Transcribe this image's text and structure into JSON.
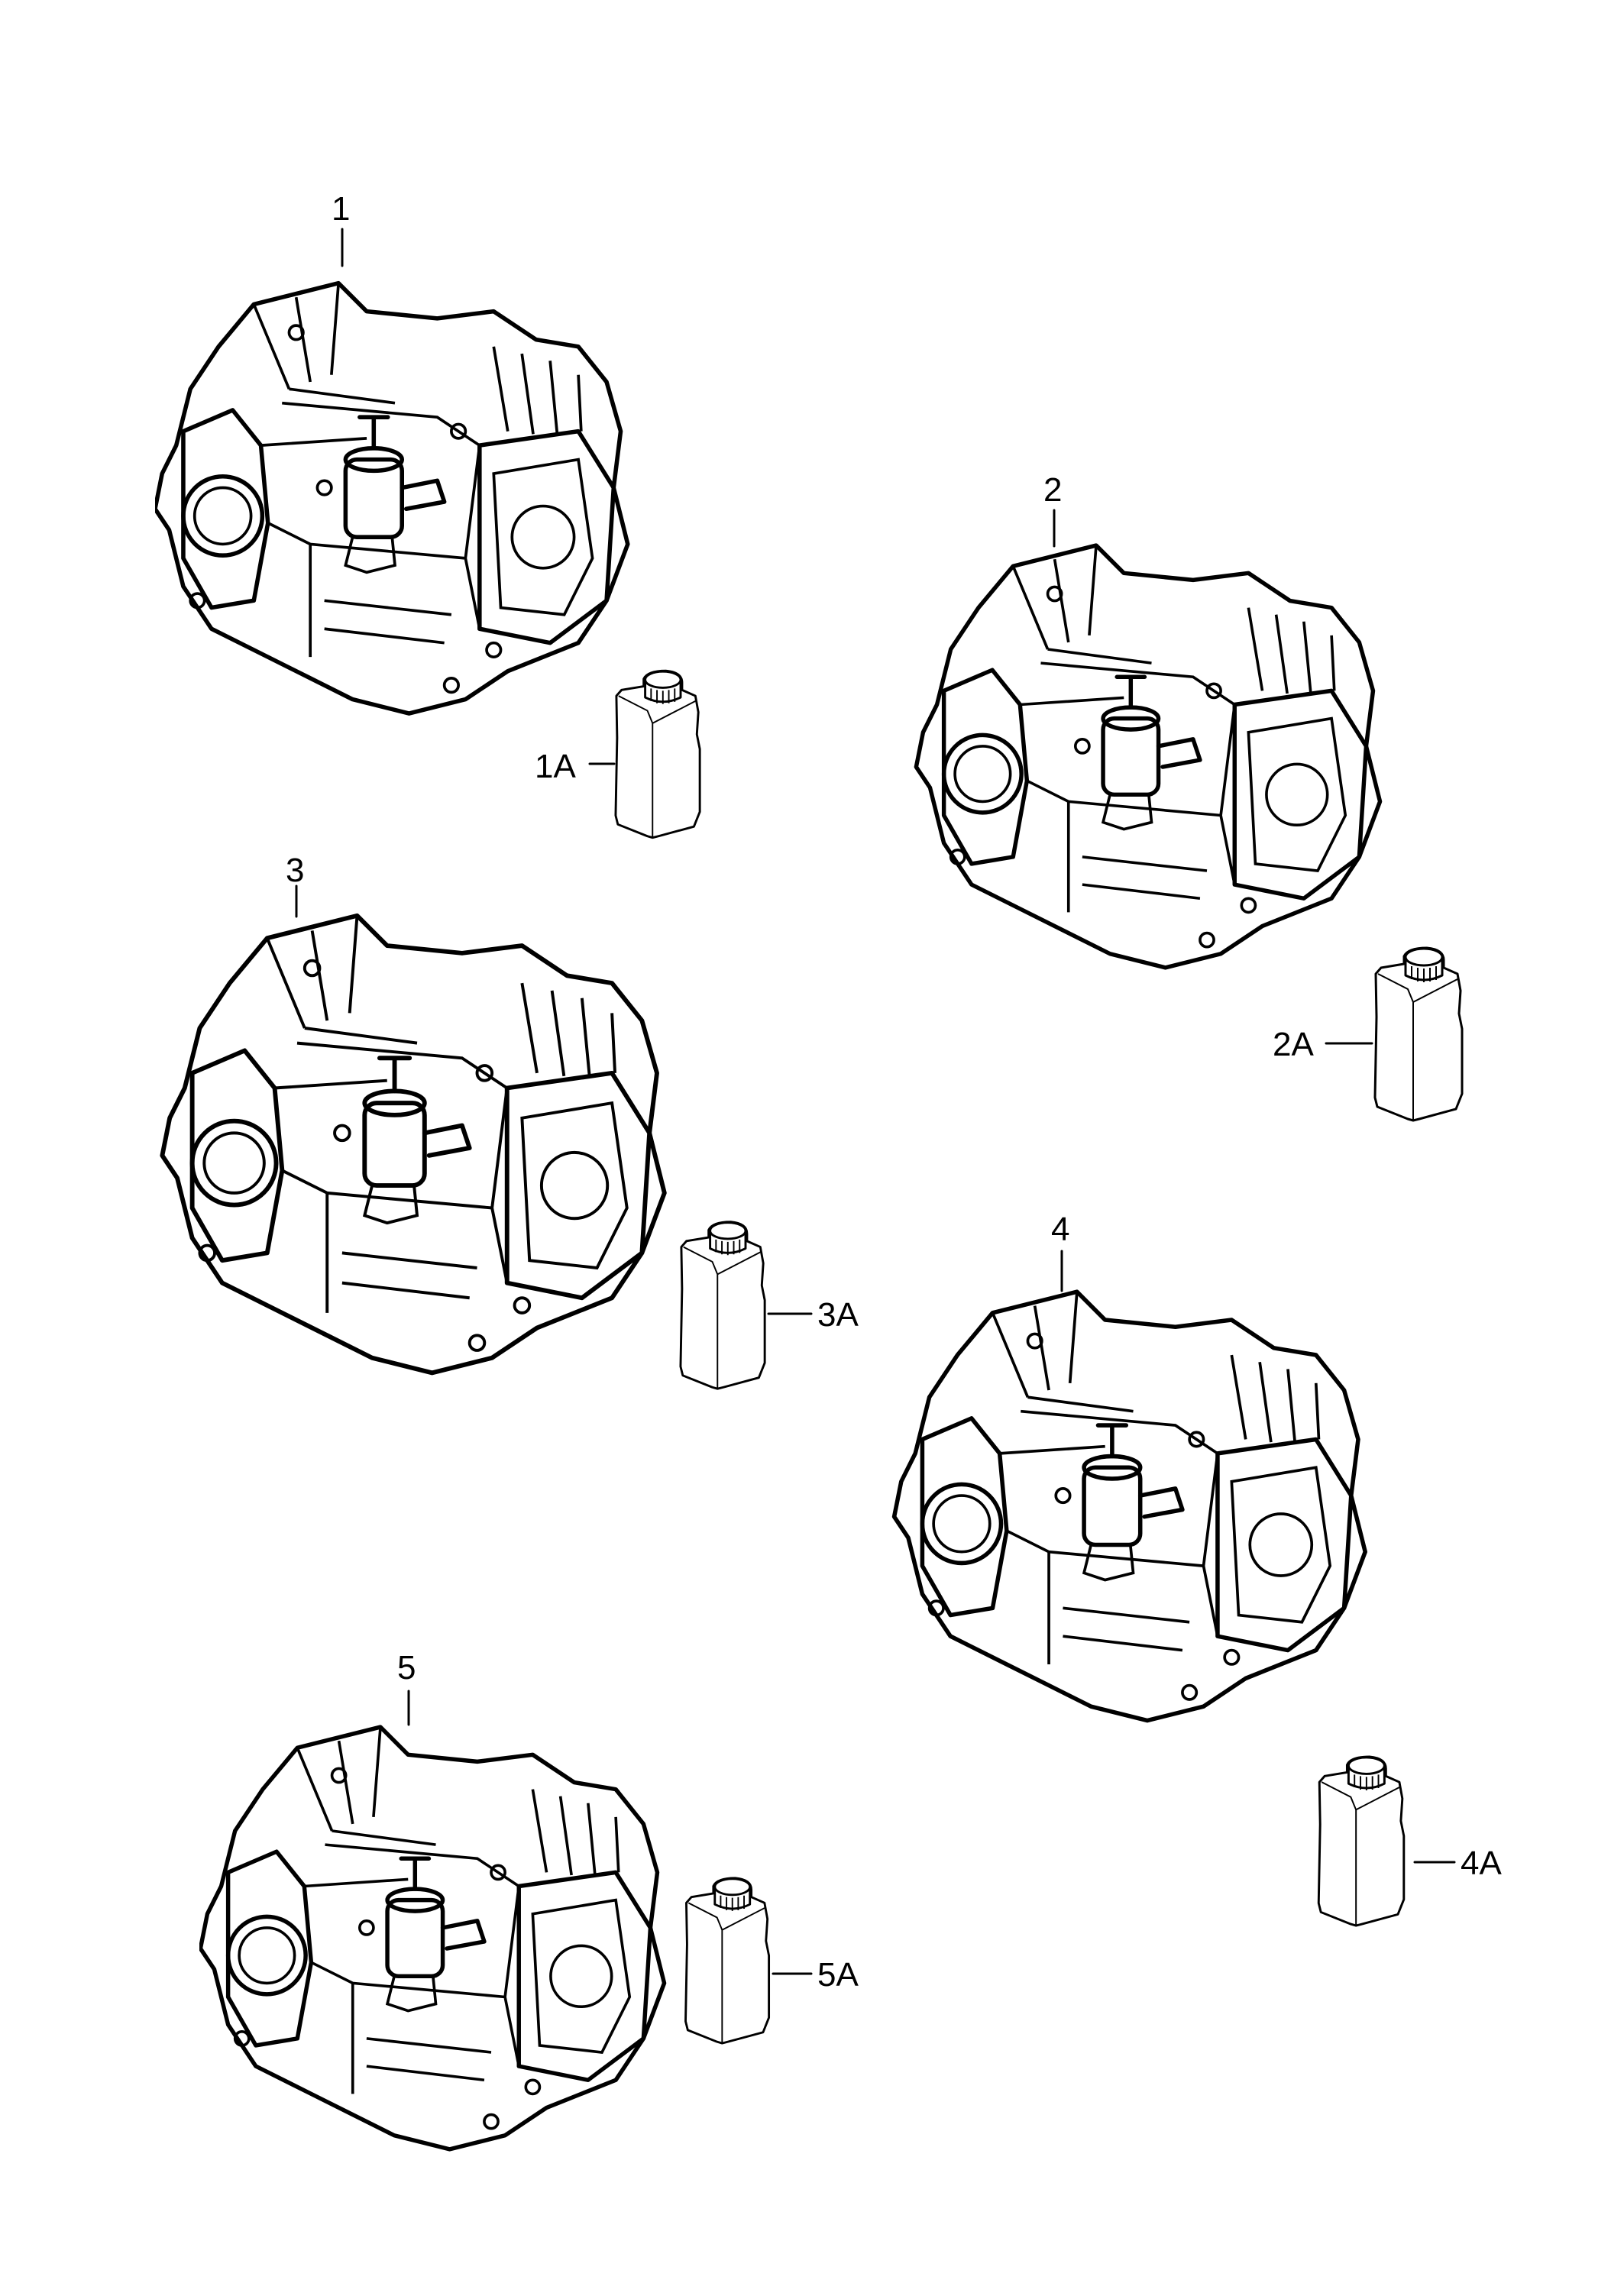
{
  "diagram": {
    "colors": {
      "line": "#000000",
      "background": "#ffffff"
    },
    "parts": [
      {
        "ref": "1",
        "type": "manual-transmission"
      },
      {
        "ref": "1A",
        "type": "gear-oil-bottle"
      },
      {
        "ref": "2",
        "type": "manual-transmission"
      },
      {
        "ref": "2A",
        "type": "gear-oil-bottle"
      },
      {
        "ref": "3",
        "type": "manual-transmission"
      },
      {
        "ref": "3A",
        "type": "gear-oil-bottle"
      },
      {
        "ref": "4",
        "type": "manual-transmission"
      },
      {
        "ref": "4A",
        "type": "gear-oil-bottle"
      },
      {
        "ref": "5",
        "type": "manual-transmission"
      },
      {
        "ref": "5A",
        "type": "gear-oil-bottle"
      }
    ]
  }
}
